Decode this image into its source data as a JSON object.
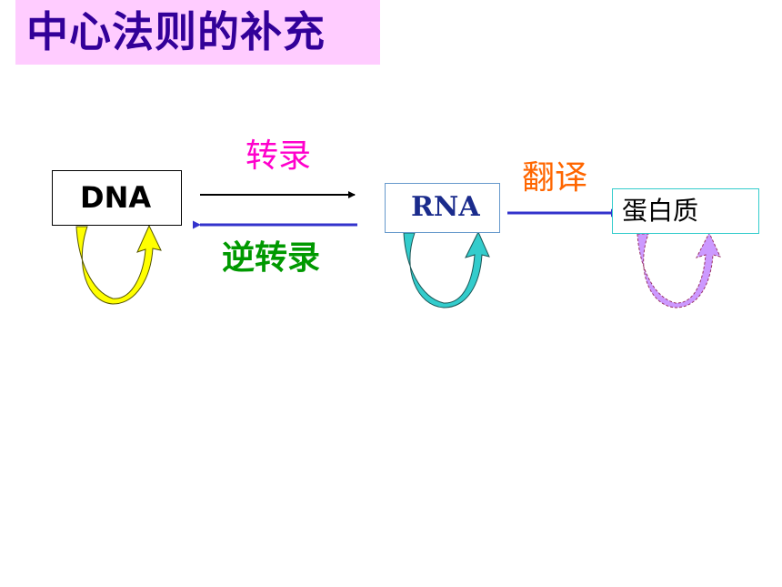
{
  "title": "中心法则的补充",
  "nodes": {
    "dna": "DNA",
    "rna": "RNA",
    "protein": "蛋白质"
  },
  "edges": {
    "transcription": "转录",
    "reverse_transcription": "逆转录",
    "translation": "翻译"
  },
  "colors": {
    "title_bg": "#ffccff",
    "title_text": "#330099",
    "dna_self_arrow": "#ffff00",
    "rna_self_arrow": "#33cccc",
    "protein_self_arrow": "#cc99ff",
    "reverse_arrow": "#3333cc",
    "translation_arrow": "#3333cc",
    "transcription_label": "#ff00cc",
    "translation_label": "#ff6600",
    "reverse_label": "#009900"
  }
}
